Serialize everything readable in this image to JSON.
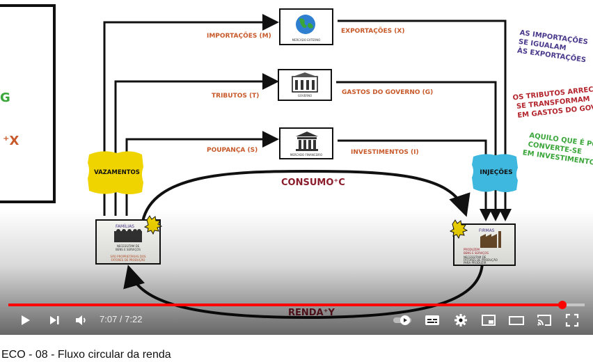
{
  "video": {
    "title": "ECO - 08 - Fluxo circular da renda",
    "time_current": "7:07",
    "time_separator": " / ",
    "time_total": "7:22",
    "progress_fraction": 0.961
  },
  "diagram": {
    "left_partial": {
      "g": "G",
      "x": "⁺X"
    },
    "importacoes": "IMPORTAÇÕES (M)",
    "exportacoes": "EXPORTAÇÕES (X)",
    "tributos": "TRIBUTOS (T)",
    "gastos": "GASTOS DO GOVERNO (G)",
    "poupanca": "POUPANÇA (S)",
    "investimentos": "INVESTIMENTOS (I)",
    "vazamentos": "VAZAMENTOS",
    "injecoes": "INJEÇÕES",
    "consumo": "CONSUMO⁺C",
    "renda": "RENDA⁺Y",
    "familias": {
      "title": "FAMÍLIAS",
      "line1": "NECESSITAM DE",
      "line2": "BENS E SERVIÇOS",
      "line3": "SÃO PROPRIETÁRIAS DOS",
      "line4": "FATORES DE PRODUÇÃO"
    },
    "firmas": {
      "title": "FIRMAS",
      "line1": "PRODUZEM",
      "line2": "BENS E SERVIÇOS",
      "line3": "NECESSITAM DE",
      "line4": "FATORES DE PRODUÇÃO",
      "line5": "PARA PRODUZIR"
    },
    "box_world_caption": "MERCADO EXTERNO",
    "box_gov_caption": "GOVERNO",
    "box_bank_caption": "MERCADO FINANCEIRO",
    "note_purple": [
      "AS IMPORTAÇÕES",
      "SE IGUALAM",
      "ÀS EXPORTAÇÕES"
    ],
    "note_red": [
      "OS TRIBUTOS ARRECAD",
      "SE TRANSFORMAM",
      "EM GASTOS DO GOVER"
    ],
    "note_green": [
      "AQUILO QUE É POU",
      "CONVERTE-SE",
      "EM INVESTIMENTOS"
    ]
  },
  "colors": {
    "orange": "#c8592a",
    "maroon": "#8b1c2c",
    "purple": "#4b3a8c",
    "red": "#b3242c",
    "green": "#3aa63a",
    "yellow": "#f0d400",
    "cyan": "#3fb8e0",
    "progress": "#ff0000"
  },
  "icons": {
    "play": "play-icon",
    "next": "next-icon",
    "volume": "volume-icon",
    "autoplay": "autoplay-toggle-icon",
    "subtitles": "subtitles-icon",
    "settings": "gear-icon",
    "miniplayer": "miniplayer-icon",
    "theater": "theater-mode-icon",
    "cast": "cast-icon",
    "fullscreen": "fullscreen-icon"
  }
}
